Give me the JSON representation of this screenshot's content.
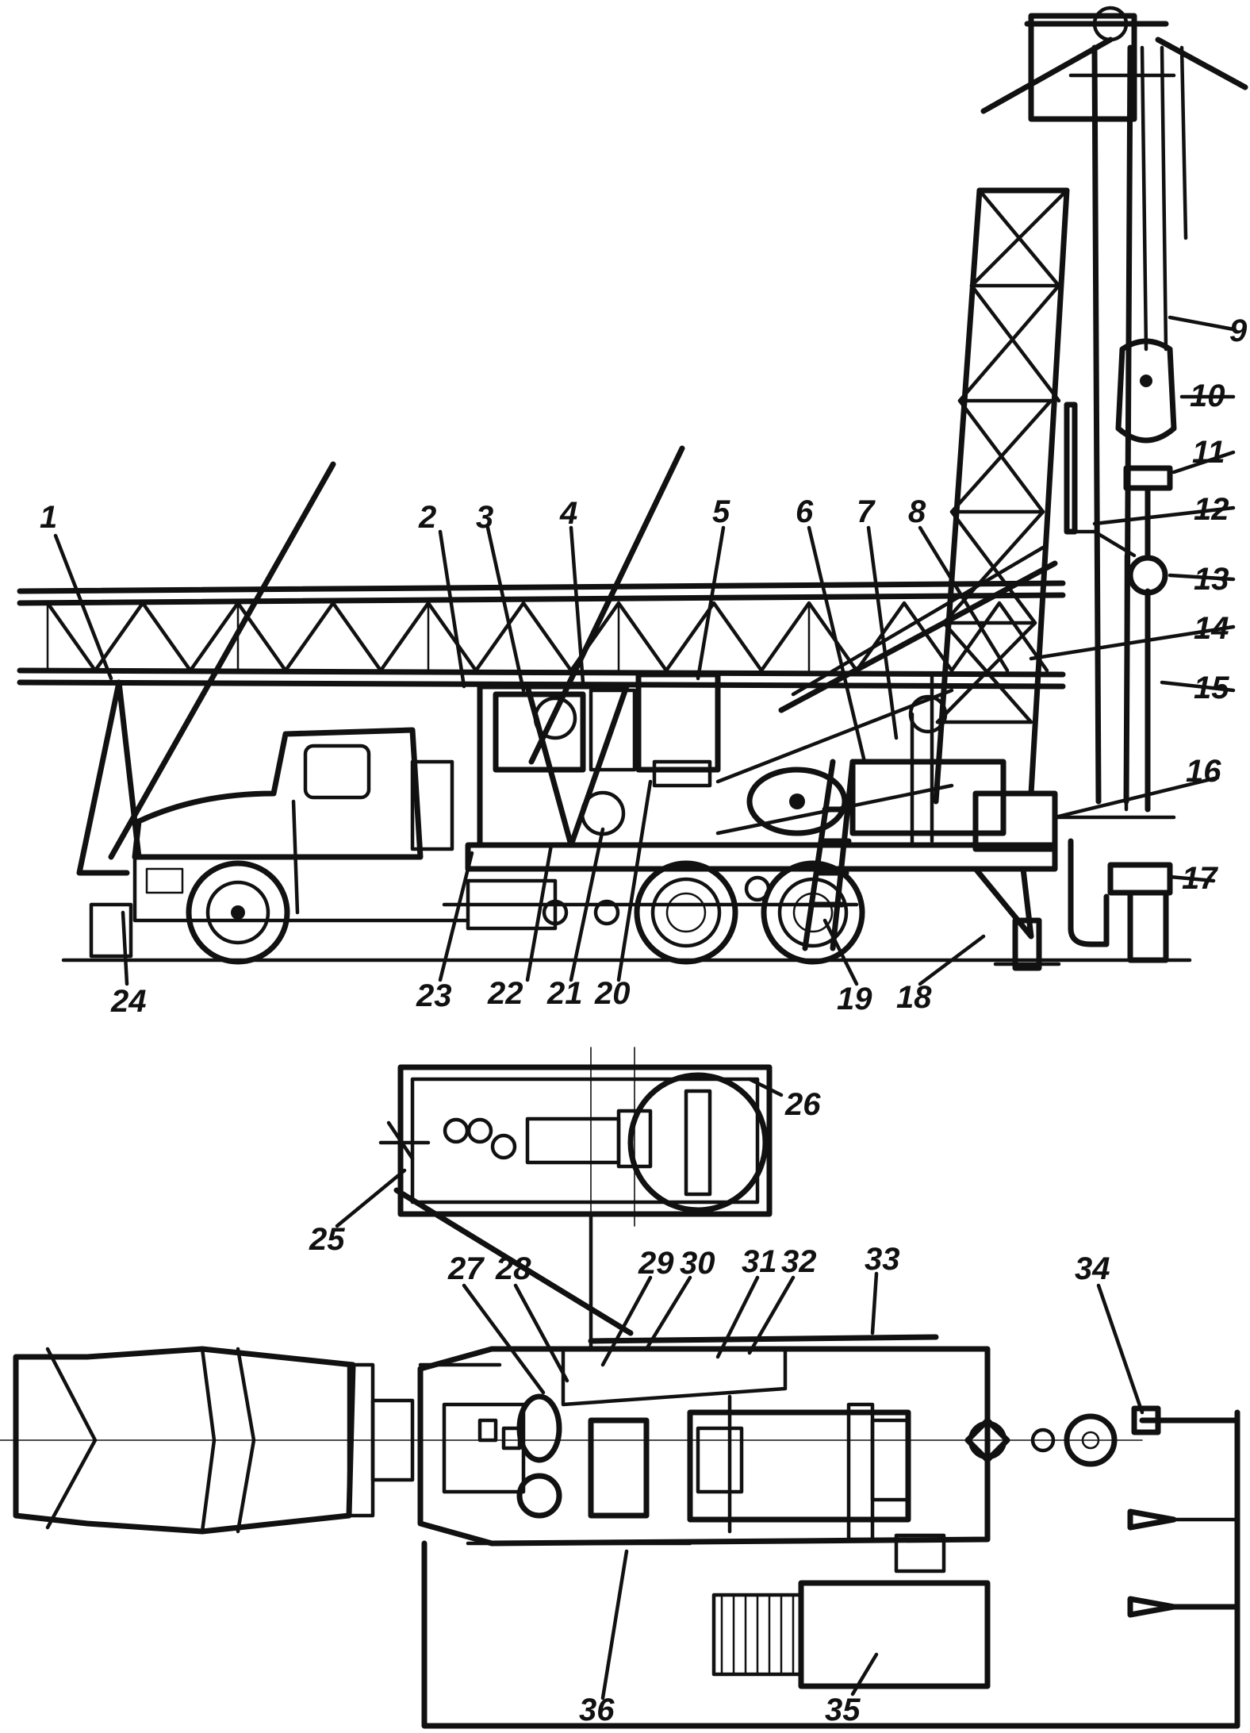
{
  "figure": {
    "top_view": {
      "callouts": [
        {
          "id": "1",
          "text": "1"
        },
        {
          "id": "2",
          "text": "2"
        },
        {
          "id": "3",
          "text": "3"
        },
        {
          "id": "4",
          "text": "4"
        },
        {
          "id": "5",
          "text": "5"
        },
        {
          "id": "6",
          "text": "6"
        },
        {
          "id": "7",
          "text": "7"
        },
        {
          "id": "8",
          "text": "8"
        },
        {
          "id": "9",
          "text": "9"
        },
        {
          "id": "10",
          "text": "10"
        },
        {
          "id": "11",
          "text": "11"
        },
        {
          "id": "12",
          "text": "12"
        },
        {
          "id": "13",
          "text": "13"
        },
        {
          "id": "14",
          "text": "14"
        },
        {
          "id": "15",
          "text": "15"
        },
        {
          "id": "16",
          "text": "16"
        },
        {
          "id": "17",
          "text": "17"
        },
        {
          "id": "18",
          "text": "18"
        },
        {
          "id": "19",
          "text": "19"
        },
        {
          "id": "20",
          "text": "20"
        },
        {
          "id": "21",
          "text": "21"
        },
        {
          "id": "22",
          "text": "22"
        },
        {
          "id": "23",
          "text": "23"
        },
        {
          "id": "24",
          "text": "24"
        }
      ]
    },
    "plan_view": {
      "callouts": [
        {
          "id": "25",
          "text": "25"
        },
        {
          "id": "26",
          "text": "26"
        },
        {
          "id": "27",
          "text": "27"
        },
        {
          "id": "28",
          "text": "28"
        },
        {
          "id": "29",
          "text": "29"
        },
        {
          "id": "30",
          "text": "30"
        },
        {
          "id": "31",
          "text": "31"
        },
        {
          "id": "32",
          "text": "32"
        },
        {
          "id": "33",
          "text": "33"
        },
        {
          "id": "34",
          "text": "34"
        },
        {
          "id": "35",
          "text": "35"
        },
        {
          "id": "36",
          "text": "36"
        }
      ]
    },
    "ink_color": "#111111",
    "background_color": "#ffffff"
  }
}
